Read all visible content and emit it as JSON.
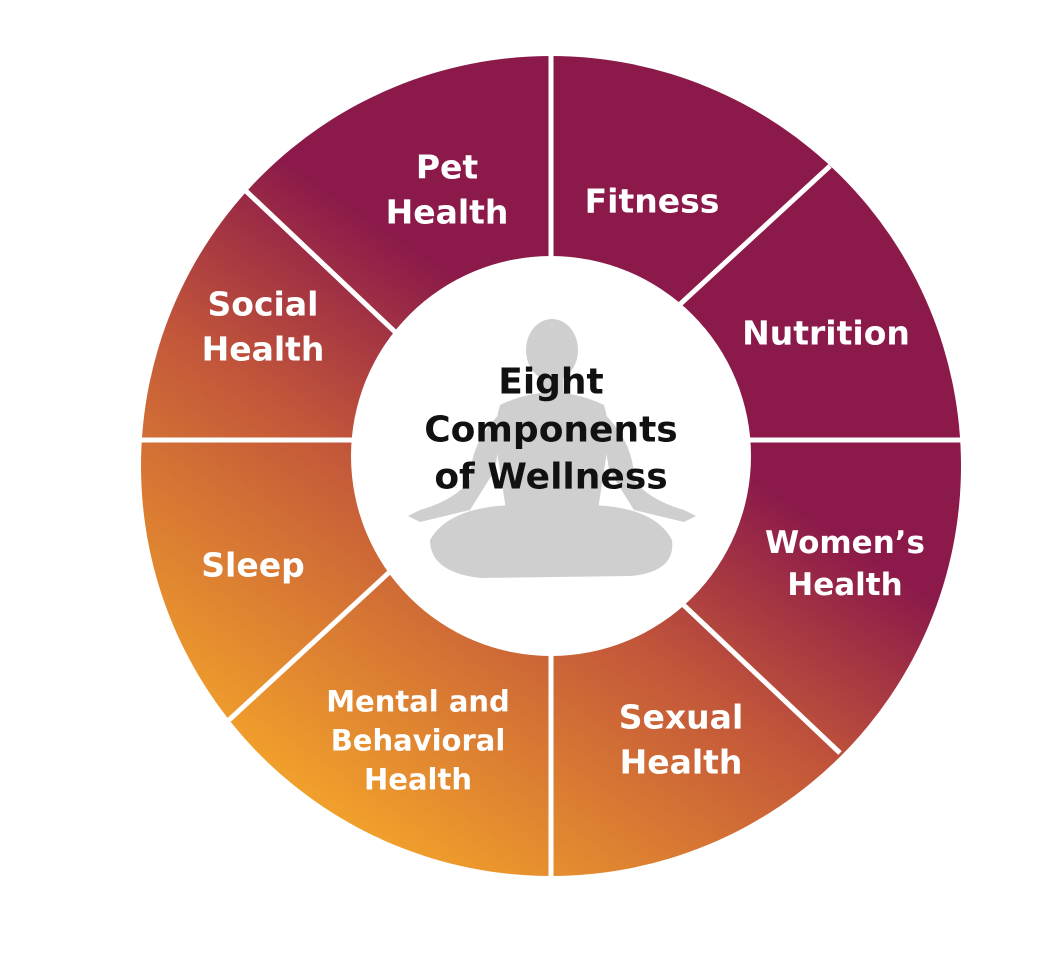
{
  "center": {
    "title_lines": [
      "Eight",
      "Components",
      "of Wellness"
    ]
  },
  "segments": [
    {
      "id": "fitness",
      "lines": [
        "Fitness"
      ]
    },
    {
      "id": "nutrition",
      "lines": [
        "Nutrition"
      ]
    },
    {
      "id": "womens",
      "lines": [
        "Women’s",
        "Health"
      ]
    },
    {
      "id": "sexual",
      "lines": [
        "Sexual",
        "Health"
      ]
    },
    {
      "id": "mental",
      "lines": [
        "Mental and",
        "Behavioral",
        "Health"
      ]
    },
    {
      "id": "sleep",
      "lines": [
        "Sleep"
      ]
    },
    {
      "id": "social",
      "lines": [
        "Social",
        "Health"
      ]
    },
    {
      "id": "pet",
      "lines": [
        "Pet",
        "Health"
      ]
    }
  ],
  "colors": {
    "maroon": "#8b1a4a",
    "rust": "#c2563a",
    "orange": "#f5a62a",
    "divider": "#ffffff",
    "figure": "#cfcfcf",
    "center_text": "#111111"
  },
  "icons": {
    "center": "meditation-figure-icon"
  }
}
